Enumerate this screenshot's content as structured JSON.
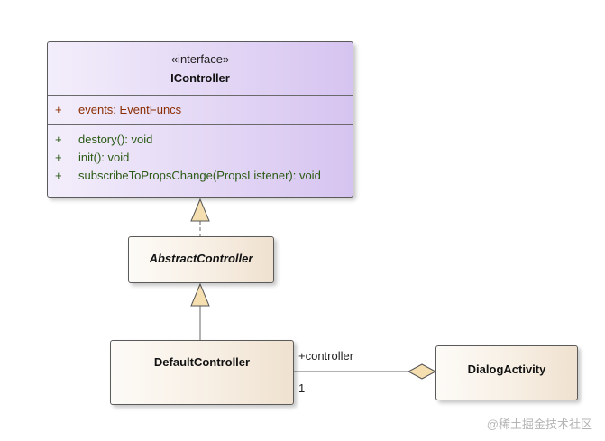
{
  "diagram": {
    "interface": {
      "stereotype": "«interface»",
      "name": "IController",
      "attributes": [
        {
          "visibility": "+",
          "text": "events: EventFuncs"
        }
      ],
      "operations": [
        {
          "visibility": "+",
          "text": "destory(): void"
        },
        {
          "visibility": "+",
          "text": "init(): void"
        },
        {
          "visibility": "+",
          "text": "subscribeToPropsChange(PropsListener): void"
        }
      ]
    },
    "abstract_class": {
      "name": "AbstractController"
    },
    "default_class": {
      "name": "DefaultController"
    },
    "dialog_class": {
      "name": "DialogActivity"
    },
    "association": {
      "role": "+controller",
      "multiplicity": "1"
    }
  },
  "watermark": "@稀土掘金技术社区",
  "colors": {
    "interface_fill": "#e6dbf6",
    "class_fill": "#f7efe4",
    "attribute_text": "#8a2d00",
    "operation_text": "#2a5a14",
    "arrow_fill": "#f5deb0"
  }
}
